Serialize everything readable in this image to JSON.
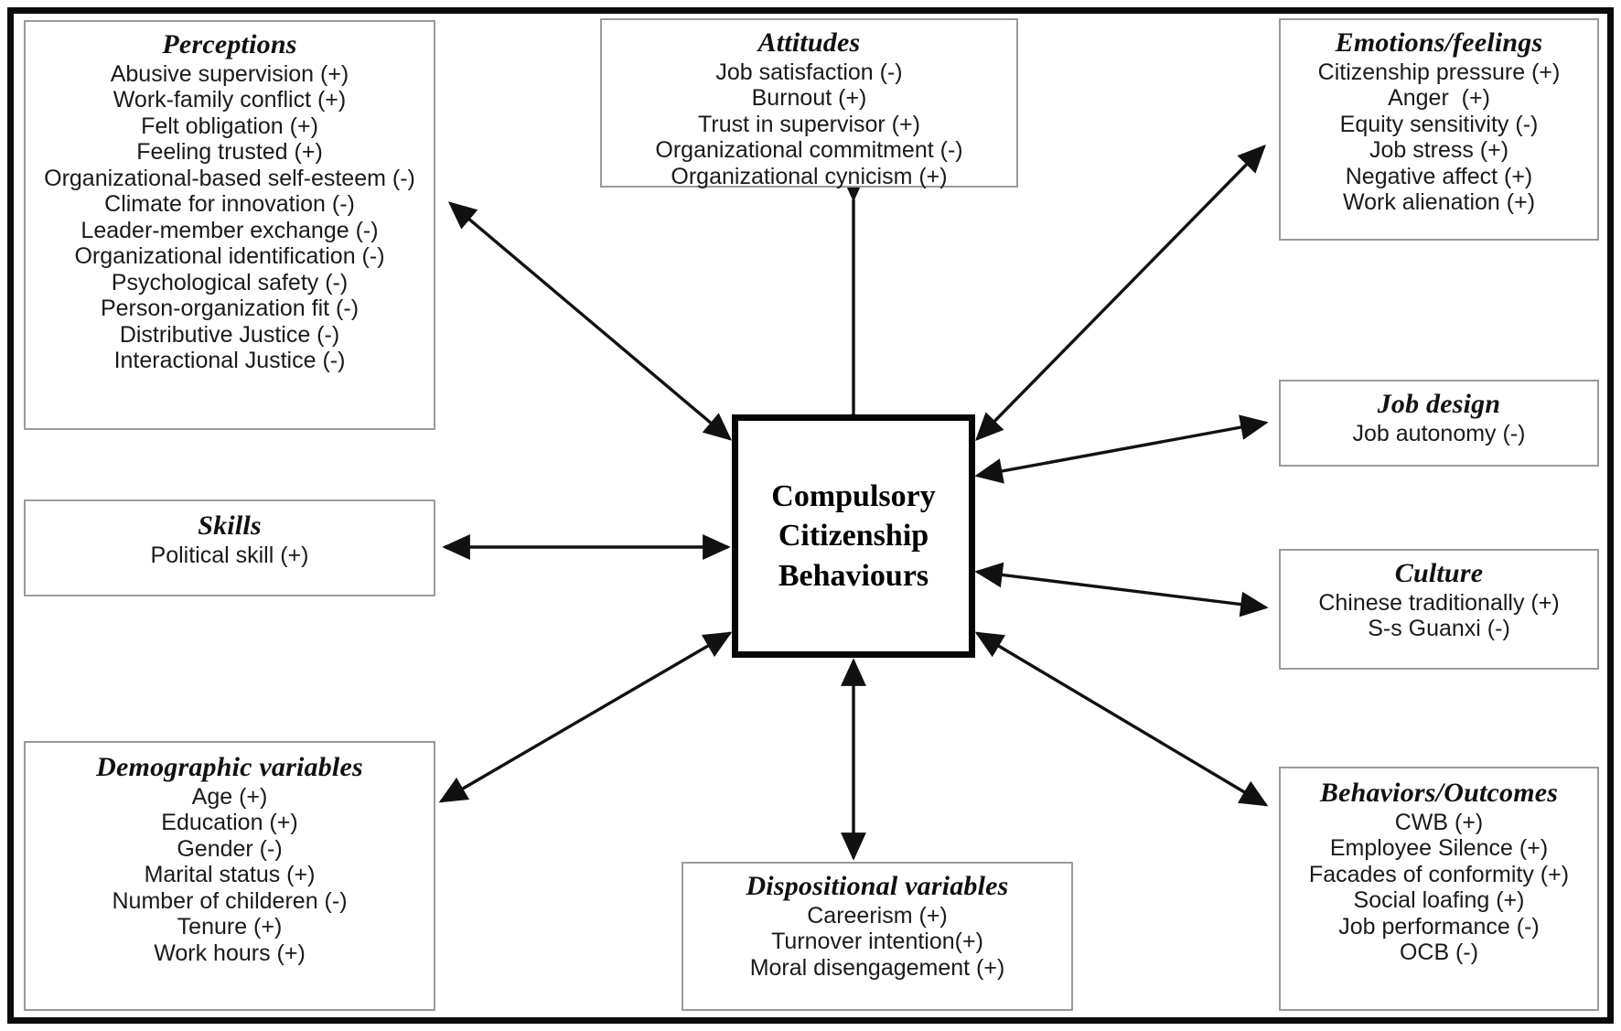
{
  "figure": {
    "center": {
      "label": "Compulsory\nCitizenship\nBehaviours",
      "line1": "Compulsory",
      "line2": "Citizenship",
      "line3": "Behaviours"
    },
    "boxes": [
      {
        "id": "perceptions",
        "title": "Perceptions",
        "items": [
          "Abusive supervision (+)",
          "Work-family conflict (+)",
          "Felt obligation (+)",
          "Feeling trusted (+)",
          "Organizational-based self-esteem (-)",
          "Climate for innovation (-)",
          "Leader-member exchange (-)",
          "Organizational identification (-)",
          "Psychological safety (-)",
          "Person-organization fit (-)",
          "Distributive Justice (-)",
          "Interactional Justice (-)"
        ]
      },
      {
        "id": "attitudes",
        "title": "Attitudes",
        "items": [
          "Job satisfaction (-)",
          "Burnout (+)",
          "Trust in supervisor (+)",
          "Organizational commitment (-)",
          "Organizational cynicism (+)"
        ]
      },
      {
        "id": "emotions",
        "title": "Emotions/feelings",
        "items": [
          "Citizenship pressure (+)",
          "Anger  (+)",
          "Equity sensitivity (-)",
          "Job stress (+)",
          "Negative affect (+)",
          "Work alienation (+)"
        ]
      },
      {
        "id": "skills",
        "title": "Skills",
        "items": [
          "Political skill (+)"
        ]
      },
      {
        "id": "jobdesign",
        "title": "Job design",
        "items": [
          "Job autonomy (-)"
        ]
      },
      {
        "id": "culture",
        "title": "Culture",
        "items": [
          "Chinese traditionally (+)",
          "S-s Guanxi (-)"
        ]
      },
      {
        "id": "demographic",
        "title": "Demographic variables",
        "items": [
          "Age (+)",
          "Education (+)",
          "Gender (-)",
          "Marital status (+)",
          "Number of childeren (-)",
          "Tenure (+)",
          "Work hours (+)"
        ]
      },
      {
        "id": "dispositional",
        "title": "Dispositional variables",
        "items": [
          "Careerism (+)",
          "Turnover intention(+)",
          "Moral disengagement (+)"
        ]
      },
      {
        "id": "behaviors",
        "title": "Behaviors/Outcomes",
        "items": [
          "CWB (+)",
          "Employee Silence (+)",
          "Facades of conformity (+)",
          "Social loafing (+)",
          "Job performance (-)",
          "OCB (-)"
        ]
      }
    ],
    "connectors": [
      {
        "from": "center",
        "to": "perceptions",
        "style": "double-headed"
      },
      {
        "from": "center",
        "to": "attitudes",
        "style": "double-headed"
      },
      {
        "from": "center",
        "to": "emotions",
        "style": "double-headed"
      },
      {
        "from": "center",
        "to": "skills",
        "style": "double-headed"
      },
      {
        "from": "center",
        "to": "jobdesign",
        "style": "double-headed"
      },
      {
        "from": "center",
        "to": "culture",
        "style": "double-headed"
      },
      {
        "from": "center",
        "to": "demographic",
        "style": "double-headed"
      },
      {
        "from": "center",
        "to": "dispositional",
        "style": "double-headed"
      },
      {
        "from": "center",
        "to": "behaviors",
        "style": "double-headed"
      }
    ],
    "colors": {
      "background": "#ffffff",
      "frame_border": "#0b0b0b",
      "box_border": "#9a9a9a",
      "center_border": "#060606",
      "text": "#1a1a1a",
      "arrow": "#111111"
    }
  }
}
